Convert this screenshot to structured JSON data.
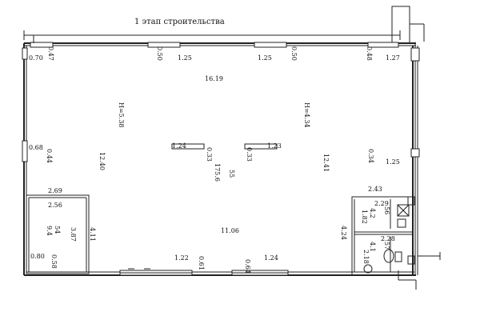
{
  "title": "1 этап строительства",
  "dims": {
    "w_047": "0.47",
    "w_070": "0.70",
    "w_050a": "0.50",
    "w_125a": "1.25",
    "w_125b": "1.25",
    "w_050b": "0.50",
    "w_048": "0.48",
    "w_127": "1.27",
    "w_1619": "16.19",
    "h_538": "H=5.38",
    "h_434": "H=4.34",
    "w_068": "0.68",
    "w_044": "0.44",
    "w_1240": "12.40",
    "w_124a": "1.24",
    "w_033a": "0.33",
    "area_main_num": "55",
    "area_main": "175.6",
    "w_033b": "0.33",
    "w_123": "1.23",
    "w_1241": "12.41",
    "w_034": "0.34",
    "w_125c": "1.25",
    "w_269": "2.69",
    "w_256": "2.56",
    "area_r_num": "54",
    "area_r": "9.4",
    "w_387": "3.87",
    "w_411": "4.11",
    "w_1106": "11.06",
    "w_243": "2.43",
    "w_229": "2.29",
    "area_wc1_num": "56",
    "area_wc1": "4.2",
    "w_182": "1.82",
    "w_424": "4.24",
    "w_228": "2.28",
    "area_wc2_num": "57",
    "area_wc2": "4.1",
    "w_218": "2.18",
    "w_080": "0.80",
    "w_058": "0.58",
    "w_122": "1.22",
    "w_061": "0.61",
    "w_064": "0.64",
    "w_124b": "1.24"
  }
}
